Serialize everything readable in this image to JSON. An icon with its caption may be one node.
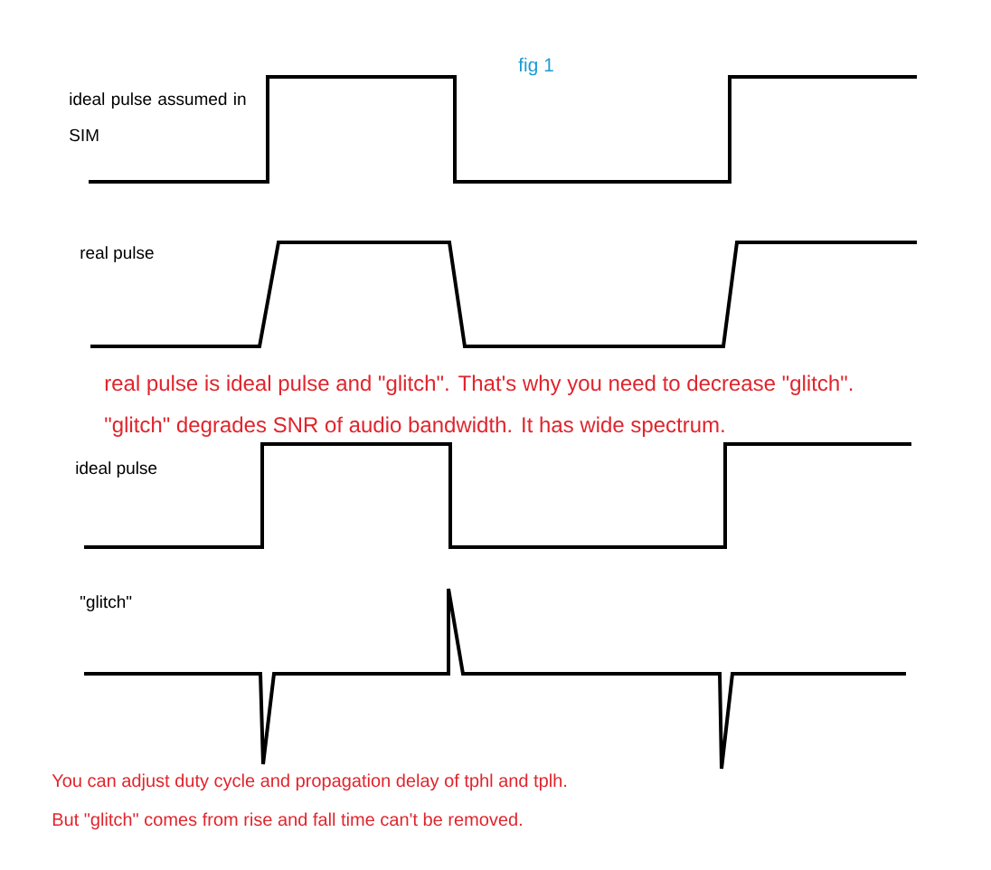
{
  "diagram": {
    "title": "fig 1",
    "labels": [
      "ideal pulse assumed in SIM",
      "real pulse",
      "real pulse is ideal pulse and \"glitch\". That's why you need to decrease \"glitch\".",
      "\"glitch\" degrades SNR of audio bandwidth. It has wide spectrum.",
      "ideal pulse",
      "\"glitch\"",
      "You can adjust duty cycle and propagation delay of tphl and tplh.",
      "But \"glitch\" comes from rise and fall time can't be removed."
    ]
  }
}
